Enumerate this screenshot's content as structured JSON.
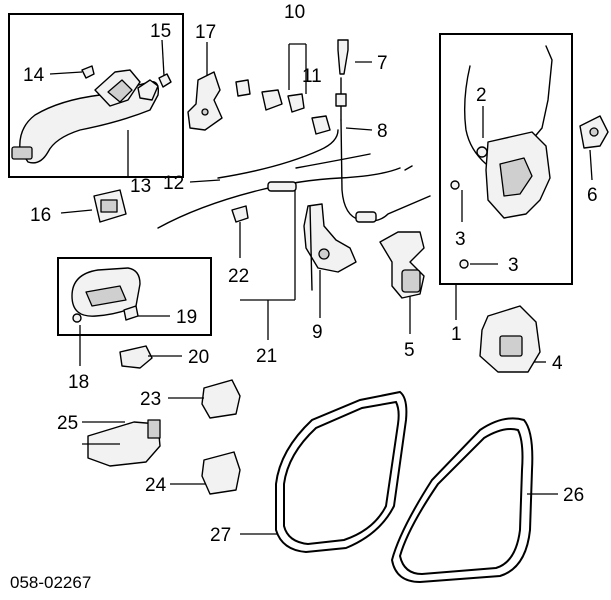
{
  "diagram_code": "058-02267",
  "callouts": {
    "c1": "1",
    "c2": "2",
    "c3a": "3",
    "c3b": "3",
    "c4": "4",
    "c5": "5",
    "c6": "6",
    "c7": "7",
    "c8": "8",
    "c9": "9",
    "c10": "10",
    "c11": "11",
    "c12": "12",
    "c13": "13",
    "c14": "14",
    "c15": "15",
    "c16": "16",
    "c17": "17",
    "c18": "18",
    "c19": "19",
    "c20": "20",
    "c21": "21",
    "c22": "22",
    "c23": "23",
    "c24": "24",
    "c25": "25",
    "c26": "26",
    "c27": "27"
  }
}
